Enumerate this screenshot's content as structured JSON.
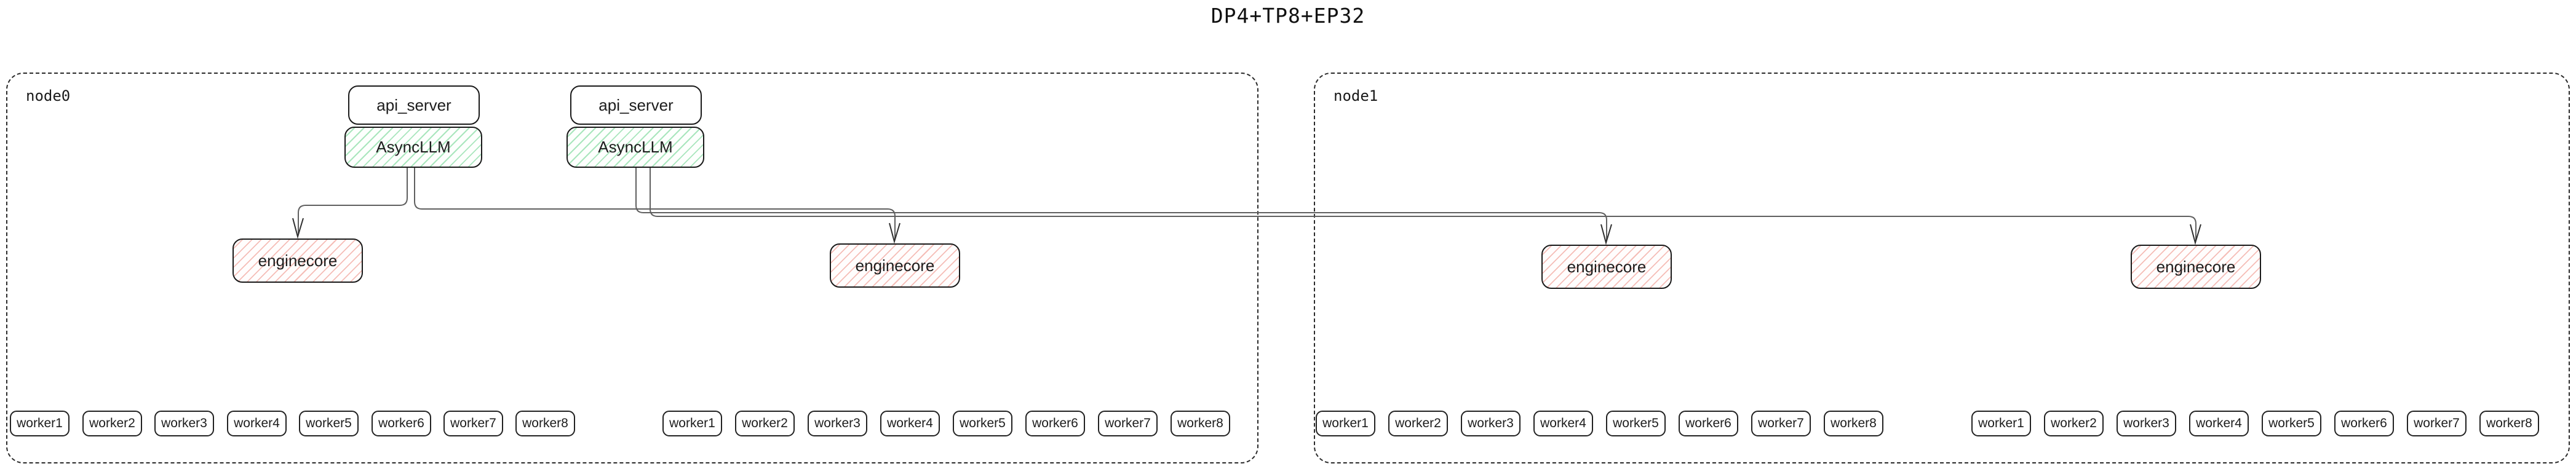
{
  "title": "DP4+TP8+EP32",
  "nodes": [
    {
      "label": "node0"
    },
    {
      "label": "node1"
    }
  ],
  "labels": {
    "api_server": "api_server",
    "async_llm": "AsyncLLM",
    "enginecore": "enginecore"
  },
  "workers": [
    "worker1",
    "worker2",
    "worker3",
    "worker4",
    "worker5",
    "worker6",
    "worker7",
    "worker8"
  ],
  "edges": [
    {
      "from": "AsyncLLM-1",
      "to": "enginecore-1"
    },
    {
      "from": "AsyncLLM-1",
      "to": "enginecore-2"
    },
    {
      "from": "AsyncLLM-2",
      "to": "enginecore-3"
    },
    {
      "from": "AsyncLLM-2",
      "to": "enginecore-4"
    }
  ],
  "colors": {
    "border": "#1a1a1a",
    "connector": "#5f5f5f",
    "async_llm_hatch": "#a9e6bd",
    "enginecore_hatch": "#f5bdb7"
  }
}
